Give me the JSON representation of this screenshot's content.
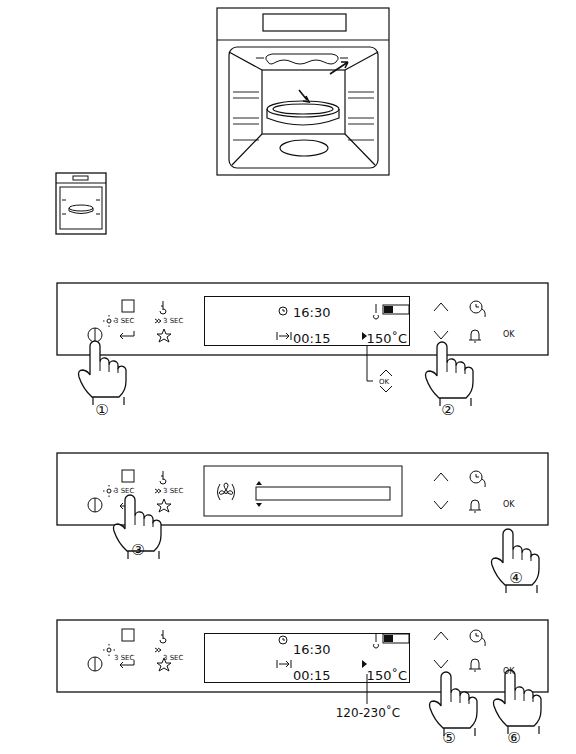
{
  "diagram": {
    "nodes": [
      {
        "text": [
          "3 SEC",
          "3 SEC",
          "OK"
        ]
      },
      {
        "text": [
          "16:30",
          "00:15",
          "150˚C"
        ],
        "in": 0
      },
      {
        "text": [
          "3 SEC",
          "3 SEC",
          "OK"
        ]
      },
      {
        "text": [
          "3 SEC",
          "3 SEC",
          "OK"
        ]
      },
      {
        "text": [
          "16:30",
          "00:15",
          "150˚C"
        ],
        "in": 3
      }
    ],
    "labels": [
      "①",
      "OK",
      "②",
      "③",
      "④",
      "120-230˚C",
      "⑤",
      "⑥"
    ]
  }
}
